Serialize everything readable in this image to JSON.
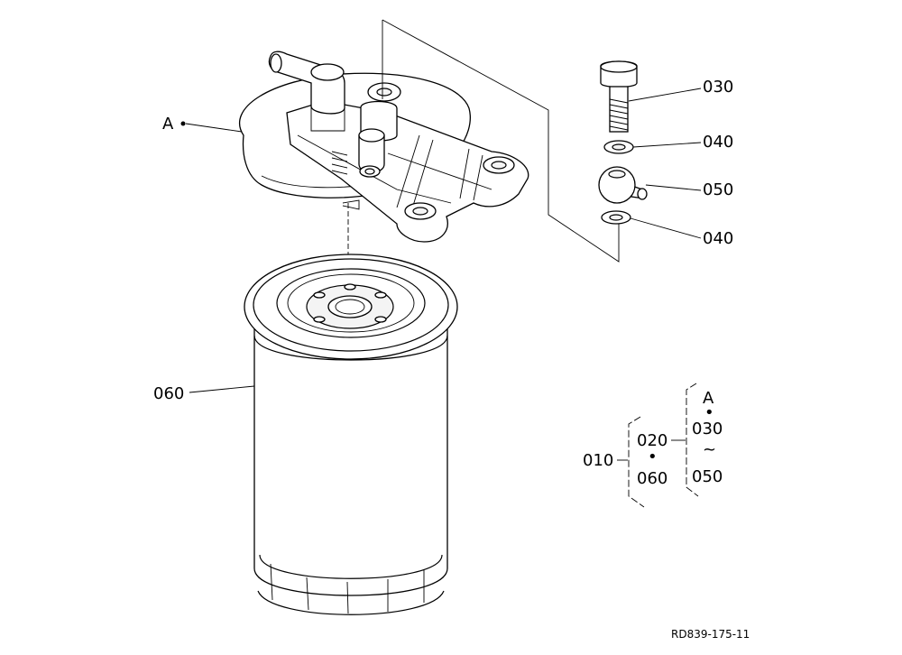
{
  "callouts": {
    "a": "A",
    "p030": "030",
    "p040_top": "040",
    "p050": "050",
    "p040_bottom": "040",
    "p060": "060"
  },
  "assembly_key": {
    "root": "010",
    "group_top": "020",
    "group_bottom": "060",
    "sub_a": "A",
    "sub_030": "030",
    "sub_tilde": "~",
    "sub_050": "050"
  },
  "drawing_code": "RD839-175-11"
}
